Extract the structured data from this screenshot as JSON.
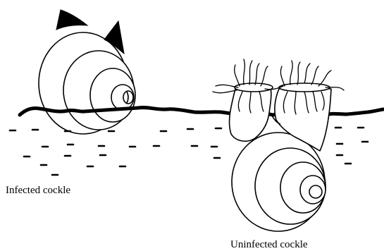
{
  "labels": {
    "infected": "Infected cockle",
    "uninfected": "Uninfected cockle"
  },
  "colors": {
    "ink": "#000000",
    "background": "#ffffff"
  },
  "figure": {
    "subjects": [
      "infected-cockle",
      "uninfected-cockle"
    ],
    "infected_cockle_features": [
      "shell-with-two-black-horn-tips",
      "partly-buried-in-sediment"
    ],
    "uninfected_cockle_features": [
      "shell-buried-in-sediment",
      "two-siphons-above-surface",
      "frilled-siphon-tentacles"
    ]
  }
}
